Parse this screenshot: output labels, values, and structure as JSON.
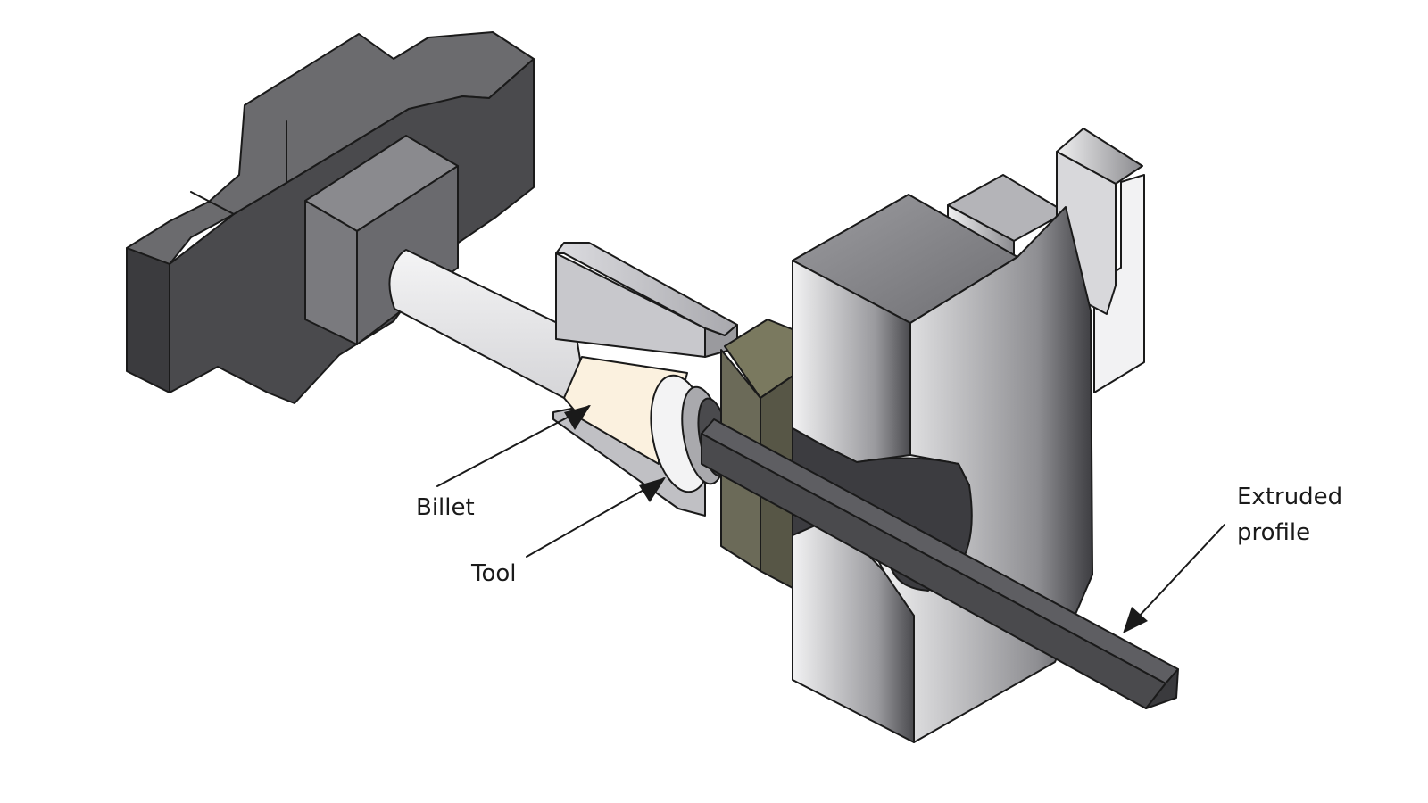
{
  "labels": {
    "billet": "Billet",
    "tool": "Tool",
    "extruded_profile_line1": "Extruded",
    "extruded_profile_line2": "profile"
  },
  "colors": {
    "ram_plate": "#4a4a4d",
    "ram_plate_top": "#6b6b6e",
    "ram_plate_side": "#3b3b3e",
    "stem": "#e4e4e6",
    "billet": "#fbf1df",
    "container": "#c8c8cc",
    "die_block": "#6b6a58",
    "tool_body": "#a9a9ad",
    "profile": "#4a4a4d",
    "line": "#1a1a1a"
  },
  "icons": {
    "billet_arrow": "arrow-icon",
    "tool_arrow": "arrow-icon",
    "profile_arrow": "arrow-icon"
  }
}
